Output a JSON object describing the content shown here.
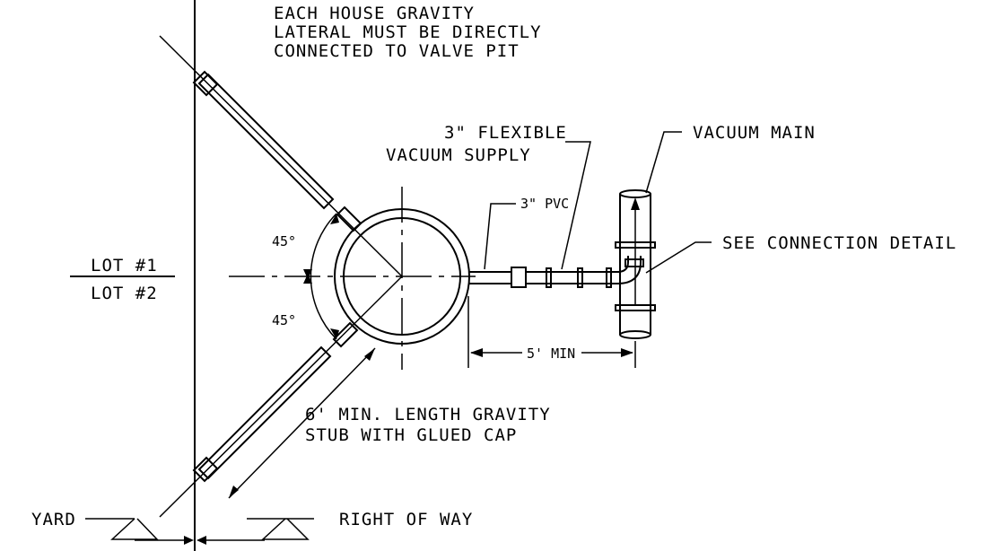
{
  "notes": {
    "lateral_line1": "EACH HOUSE GRAVITY",
    "lateral_line2": "LATERAL MUST BE DIRECTLY",
    "lateral_line3": "CONNECTED TO VALVE PIT",
    "flex_line1": "3\" FLEXIBLE",
    "flex_line2": "VACUUM SUPPLY",
    "pvc": "3\" PVC",
    "vacuum_main": "VACUUM MAIN",
    "connection": "SEE CONNECTION DETAIL",
    "lot1": "LOT #1",
    "lot2": "LOT #2",
    "angle_top": "45°",
    "angle_bottom": "45°",
    "min_distance": "5' MIN",
    "stub_line1": "6' MIN. LENGTH GRAVITY",
    "stub_line2": "STUB WITH GLUED CAP",
    "yard": "YARD",
    "row": "RIGHT OF WAY"
  }
}
